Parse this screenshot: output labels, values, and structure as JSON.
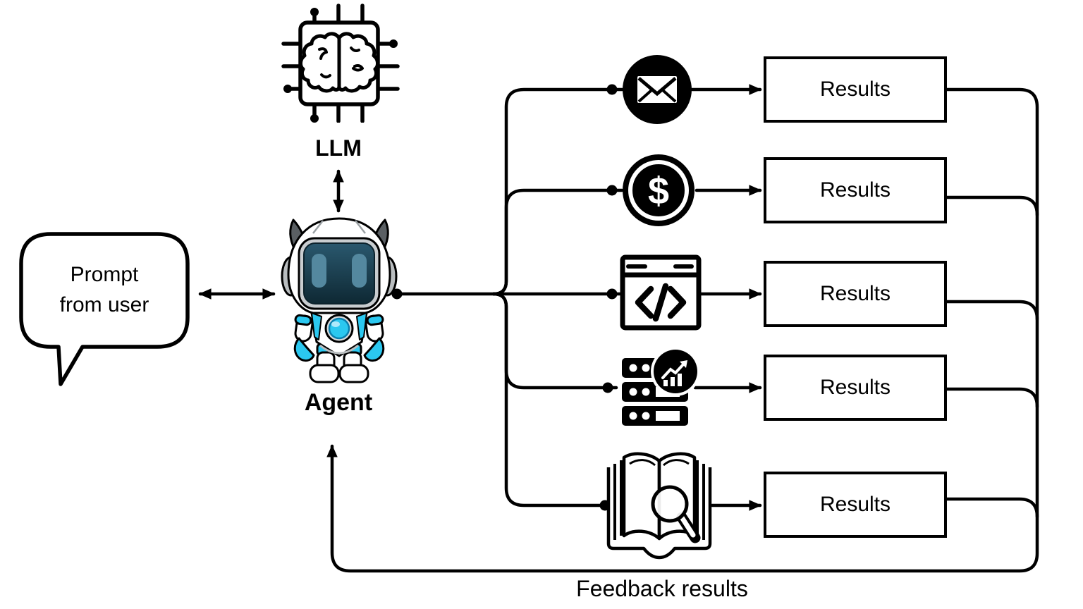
{
  "colors": {
    "ink": "#000000",
    "background": "#ffffff",
    "robot_cyan": "#2bc8f0",
    "visor_dark": "#16323f",
    "visor_eye_teal": "#54889f"
  },
  "prompt_bubble": {
    "text": "Prompt from user",
    "lines": [
      "Prompt",
      "from user"
    ]
  },
  "llm": {
    "label": "LLM",
    "icon": "llm-chip-brain-icon"
  },
  "agent": {
    "label": "Agent",
    "icon": "agent-robot-illustration"
  },
  "tools": [
    {
      "id": "email",
      "icon": "email-circle-icon",
      "result_label": "Results"
    },
    {
      "id": "payments",
      "icon": "dollar-coin-icon",
      "glyph": "$",
      "result_label": "Results"
    },
    {
      "id": "code",
      "icon": "code-window-icon",
      "glyph": "</>",
      "result_label": "Results"
    },
    {
      "id": "analytics",
      "icon": "server-analytics-icon",
      "result_label": "Results"
    },
    {
      "id": "research",
      "icon": "book-magnifier-icon",
      "result_label": "Results"
    }
  ],
  "feedback": {
    "label": "Feedback results"
  }
}
